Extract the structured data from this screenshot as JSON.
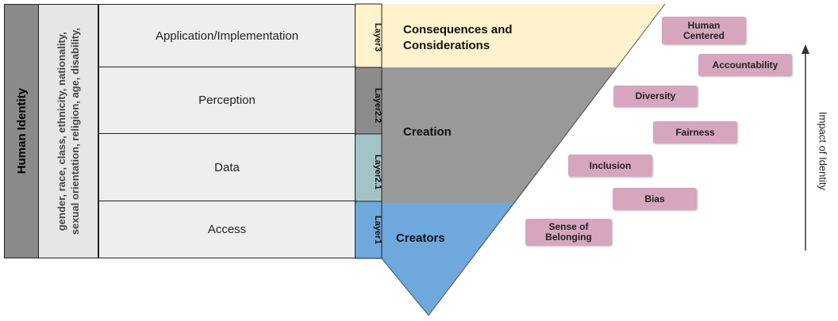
{
  "human_identity": {
    "title": "Human Identity",
    "attributes_line1": "gender, race, class, ethnicity, nationality,",
    "attributes_line2": "sexual orientation, religion, age, disability,"
  },
  "rows": [
    {
      "label": "Application/Implementation"
    },
    {
      "label": "Perception"
    },
    {
      "label": "Data"
    },
    {
      "label": "Access"
    }
  ],
  "layers": [
    {
      "word": "Layer",
      "num": "3"
    },
    {
      "word": "Layer",
      "num": "2.2"
    },
    {
      "word": "Layer",
      "num": "2.1"
    },
    {
      "word": "Layer",
      "num": "1"
    }
  ],
  "funnel": {
    "consequences_line1": "Consequences and",
    "consequences_line2": "Considerations",
    "creation": "Creation",
    "creators": "Creators"
  },
  "values": [
    {
      "line1": "Human",
      "line2": "Centered"
    },
    {
      "line1": "Accountability",
      "line2": ""
    },
    {
      "line1": "Diversity",
      "line2": ""
    },
    {
      "line1": "Fairness",
      "line2": ""
    },
    {
      "line1": "Inclusion",
      "line2": ""
    },
    {
      "line1": "Bias",
      "line2": ""
    },
    {
      "line1": "Sense of",
      "line2": "Belonging"
    }
  ],
  "impact_label": "Impact of Identity",
  "colors": {
    "layer3": "#fff2cc",
    "layer22": "#999999",
    "layer21": "#a2c4c9",
    "layer1": "#6fa8dc",
    "pill": "#d5a6bd"
  }
}
